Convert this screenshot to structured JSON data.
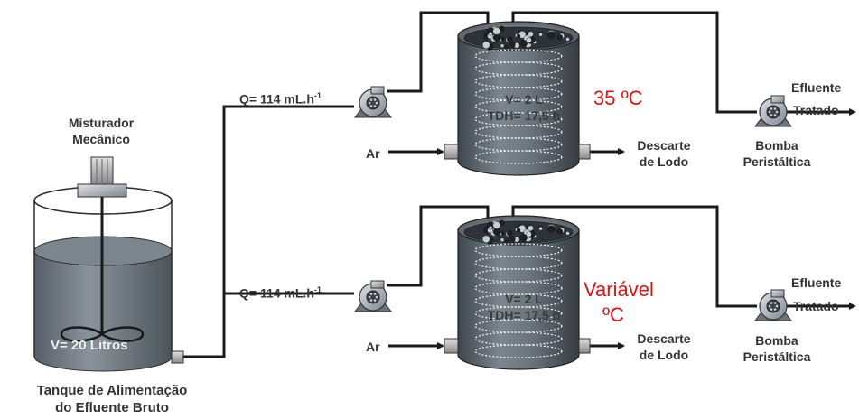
{
  "feed_tank": {
    "volume_label": "V= 20 Litros",
    "caption_line1": "Tanque de Alimentação",
    "caption_line2": "do Efluente Bruto"
  },
  "mixer": {
    "label_line1": "Misturador",
    "label_line2": "Mecânico"
  },
  "reactors": [
    {
      "flow_label": "Q= 114 mL.h",
      "flow_exponent": "-1",
      "air_label": "Ar",
      "volume_label": "V= 2 L",
      "hrt_label": "TDH= 17,5 h",
      "temperature_line1": "35 ºC",
      "temperature_line2": "",
      "discharge_line1": "Descarte",
      "discharge_line2": "de Lodo",
      "pump_line1": "Bomba",
      "pump_line2": "Peristáltica",
      "effluent_line1": "Efluente",
      "effluent_line2": "Tratado"
    },
    {
      "flow_label": "Q= 114 mL.h",
      "flow_exponent": "-1",
      "air_label": "Ar",
      "volume_label": "V= 2 L",
      "hrt_label": "TDH= 17,5 h",
      "temperature_line1": "Variável",
      "temperature_line2": "ºC",
      "discharge_line1": "Descarte",
      "discharge_line2": "de Lodo",
      "pump_line1": "Bomba",
      "pump_line2": "Peristáltica",
      "effluent_line1": "Efluente",
      "effluent_line2": "Tratado"
    }
  ],
  "colors": {
    "pipe": "#1a1a1a",
    "temperature_text": "#e01010",
    "reactor_body": "#5f6a74",
    "liquid": "#6a747c"
  }
}
